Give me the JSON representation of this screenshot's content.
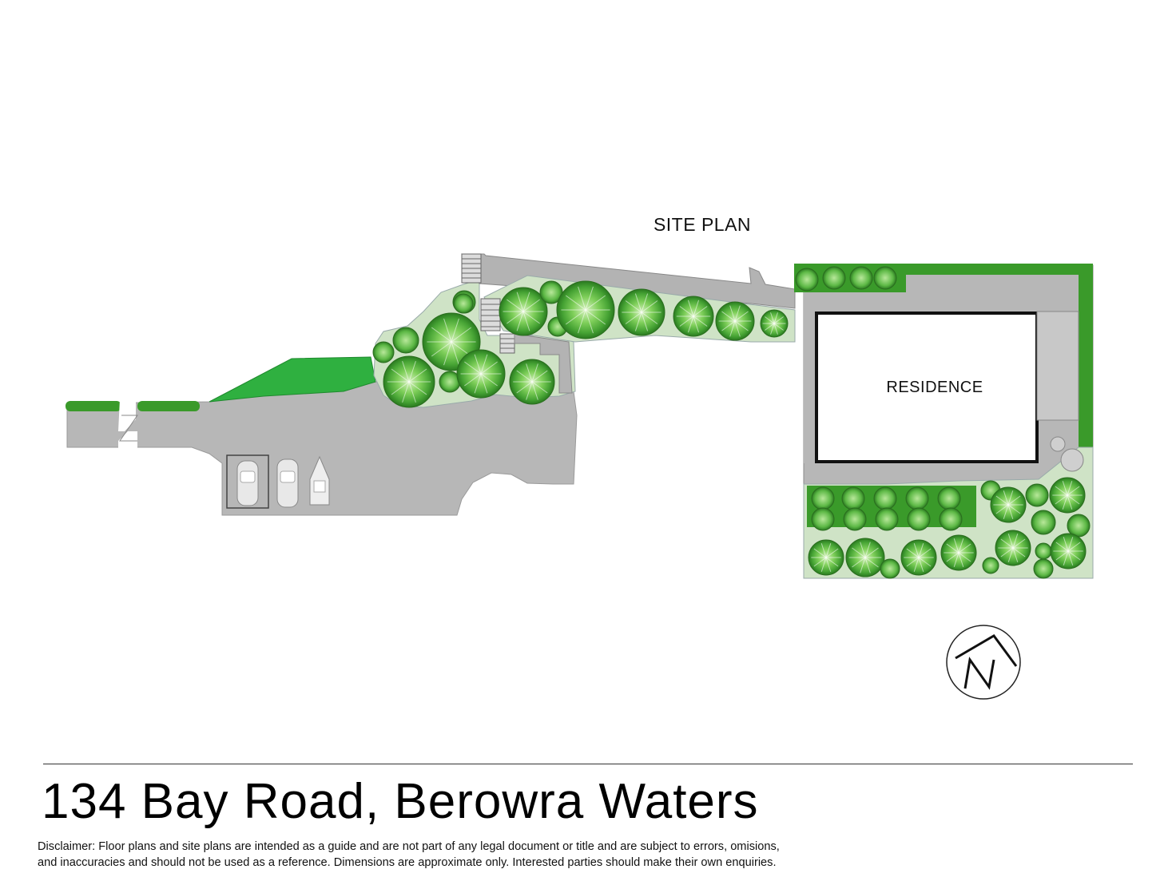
{
  "plan": {
    "title": "SITE PLAN",
    "building_label": "RESIDENCE",
    "compass_letter": "N"
  },
  "footer": {
    "address": "134 Bay Road, Berowra Waters",
    "disclaimer_line1": "Disclaimer: Floor plans and site plans are intended as a guide and are not part of any legal document or title and are subject to errors, omisions,",
    "disclaimer_line2": "and inaccuracies and should not be used as a reference. Dimensions are approximate only. Interested parties should make their own enquiries."
  },
  "colors": {
    "paving": "#b7b7b7",
    "path": "#b3b3b3",
    "garden": "#cfe3c6",
    "lawn": "#2fb040",
    "hedge": "#3a9a2a",
    "tree_light": "#8cd36a",
    "tree_mid": "#4fae3a",
    "tree_dark": "#2e7d22",
    "outline": "#8a8a8a",
    "building": "#ffffff"
  }
}
